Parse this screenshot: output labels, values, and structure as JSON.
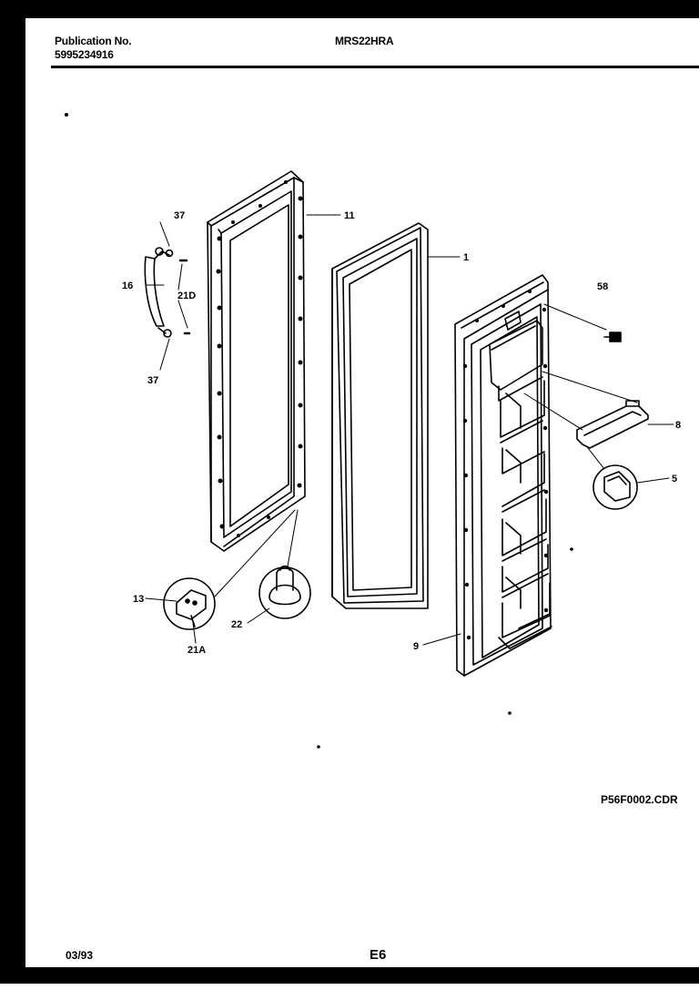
{
  "header": {
    "publication_label": "Publication No.",
    "publication_number": "5995234916",
    "model": "MRS22HRA"
  },
  "diagram": {
    "file_name": "P56F0002.CDR",
    "callouts": [
      "37",
      "16",
      "21D",
      "37",
      "11",
      "1",
      "58",
      "8",
      "5",
      "9",
      "13",
      "21A",
      "22"
    ]
  },
  "footer": {
    "date": "03/93",
    "page_code": "E6"
  }
}
